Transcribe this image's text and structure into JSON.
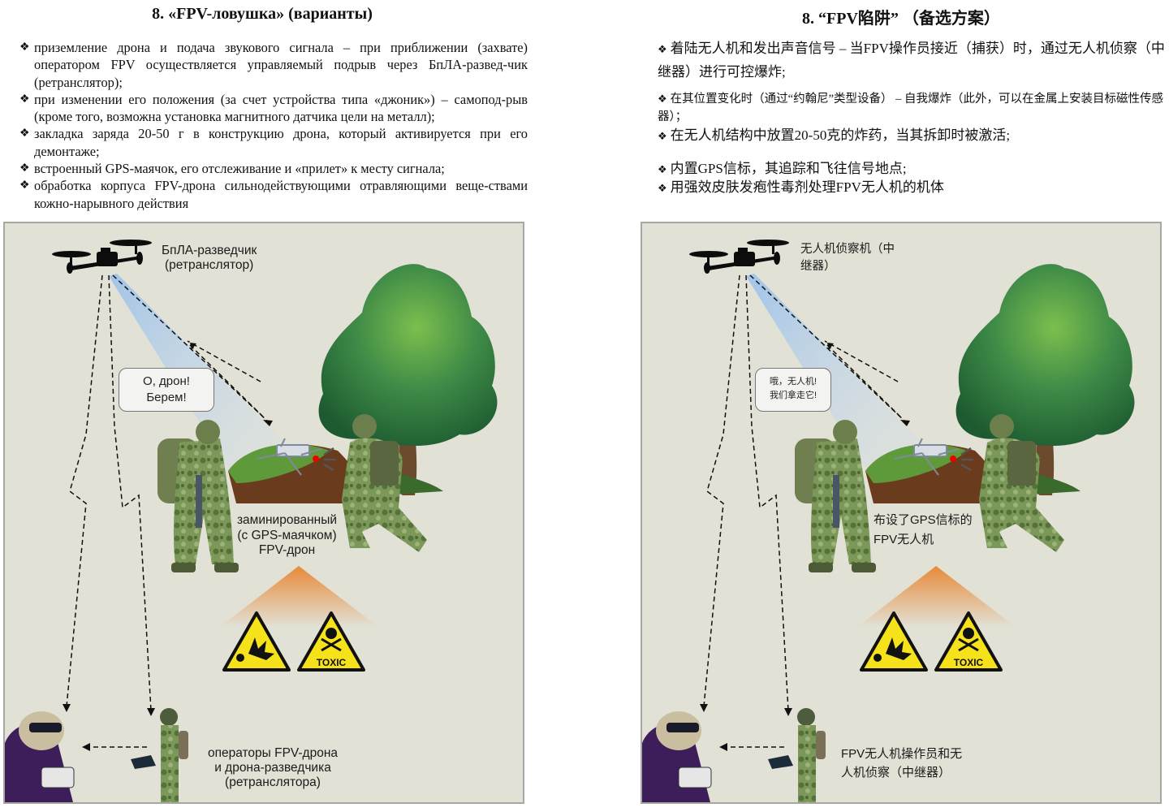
{
  "left": {
    "title": "8. «FPV-ловушка» (варианты)",
    "bullet_marker": "❖",
    "bullets": [
      "приземление дрона и подача звукового сигнала – при приближении (захвате) оператором FPV осуществляется управляемый подрыв через БпЛА-развед-чик (ретранслятор);",
      "при изменении его положения (за счет устройства типа «джоник») – самопод-рыв (кроме того, возможна установка магнитного датчика цели на металл);",
      "закладка заряда 20-50 г в конструкцию дрона, который активируется при его демонтаже;",
      "встроенный GPS-маячок, его отслеживание и «прилет» к месту сигнала;",
      "обработка корпуса FPV-дрона сильнодействующими отравляющими веще-ствами кожно-нарывного действия"
    ],
    "diagram": {
      "recon_drone_label_1": "БпЛА-разведчик",
      "recon_drone_label_2": "(ретранслятор)",
      "speech_line_1": "О, дрон!",
      "speech_line_2": "Берем!",
      "mined_drone_label_1": "заминированный",
      "mined_drone_label_2": "(с GPS-маячком)",
      "mined_drone_label_3": "FPV-дрон",
      "operators_label_1": "операторы FPV-дрона",
      "operators_label_2": "и дрона-разведчика",
      "operators_label_3": "(ретранслятора)",
      "toxic_sign_text": "TOXIC"
    }
  },
  "right": {
    "title": "8. “FPV陷阱” （备选方案）",
    "bullet_marker": "❖",
    "bullets": [
      "着陆无人机和发出声音信号 – 当FPV操作员接近（捕获）时，通过无人机侦察（中继器）进行可控爆炸;",
      "在其位置变化时（通过“约翰尼”类型设备） – 自我爆炸（此外，可以在金属上安装目标磁性传感器）；",
      "在无人机结构中放置20-50克的炸药，当其拆卸时被激活;",
      "内置GPS信标，其追踪和飞往信号地点;",
      "用强效皮肤发疱性毒剂处理FPV无人机的机体"
    ],
    "diagram": {
      "recon_drone_label_1": "无人机侦察机（中",
      "recon_drone_label_2": "继器）",
      "speech_line_1": "哦，无人机!",
      "speech_line_2": "我们拿走它!",
      "mined_drone_label_1": "布设了GPS信标的",
      "mined_drone_label_2": "FPV无人机",
      "operators_label_1": "FPV无人机操作员和无",
      "operators_label_2": "人机侦察（中继器）",
      "toxic_sign_text": "TOXIC"
    }
  },
  "colors": {
    "panel_bg": "#e2e1d5",
    "panel_border": "#a8a8a3",
    "beam": "#a9c9ec",
    "warning_yellow": "#f5e21a",
    "orange_glow": "#e87a1e",
    "tree_green": "#3d8a47",
    "soldier_camo": "#6b8a4e",
    "operator_purple": "#3d1d5a"
  }
}
